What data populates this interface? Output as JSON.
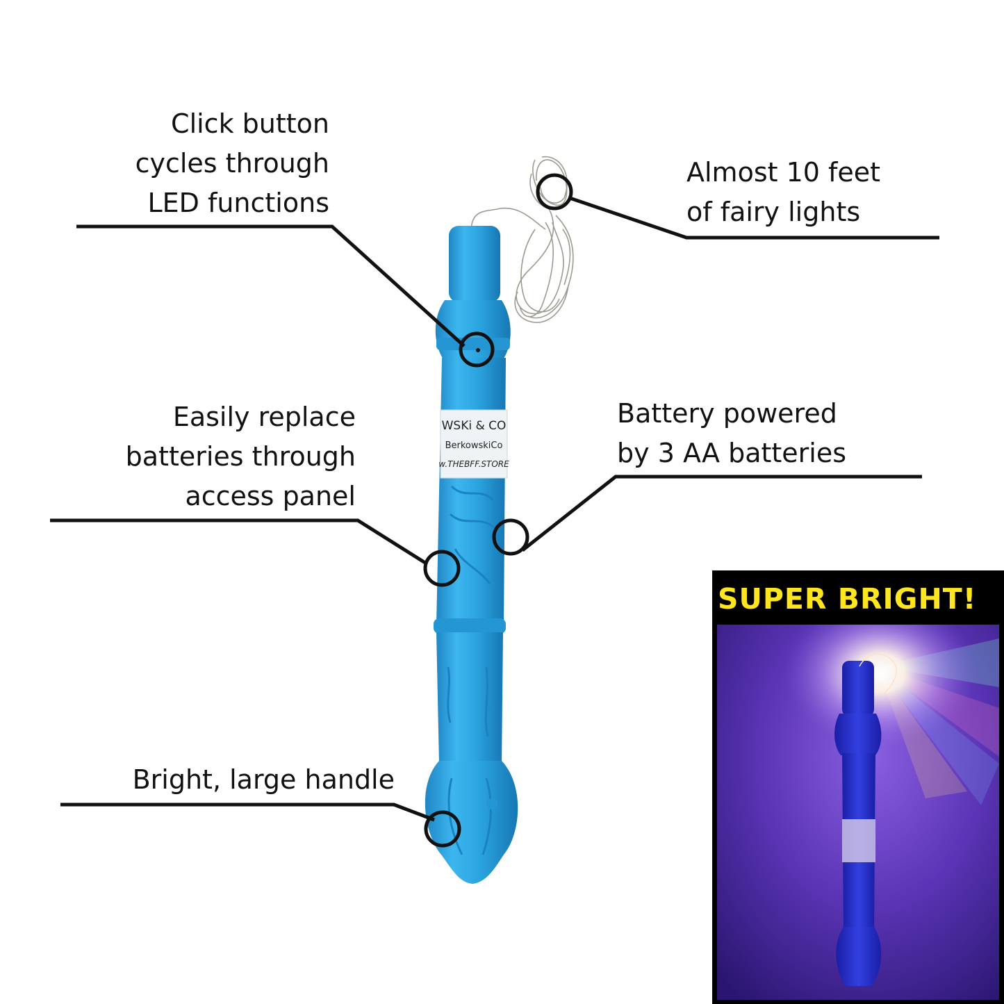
{
  "callouts": {
    "button": {
      "lines": [
        "Click button",
        "cycles through",
        "LED functions"
      ]
    },
    "lights": {
      "lines": [
        "Almost 10 feet",
        "of fairy lights"
      ]
    },
    "panel": {
      "lines": [
        "Easily replace",
        "batteries through",
        "access panel"
      ]
    },
    "battery": {
      "lines": [
        "Battery powered",
        "by 3 AA batteries"
      ]
    },
    "handle": {
      "lines": [
        "Bright, large handle"
      ]
    }
  },
  "label_sticker": {
    "lines": [
      "WSKi & CO",
      "BerkowskiCo",
      "w.THEBFF.STORE"
    ]
  },
  "inset": {
    "title": "SUPER BRIGHT!"
  },
  "colors": {
    "wand_blue": "#29a9e6",
    "inset_yellow": "#ffe51f",
    "glow_purple": "#5a2fb8"
  }
}
